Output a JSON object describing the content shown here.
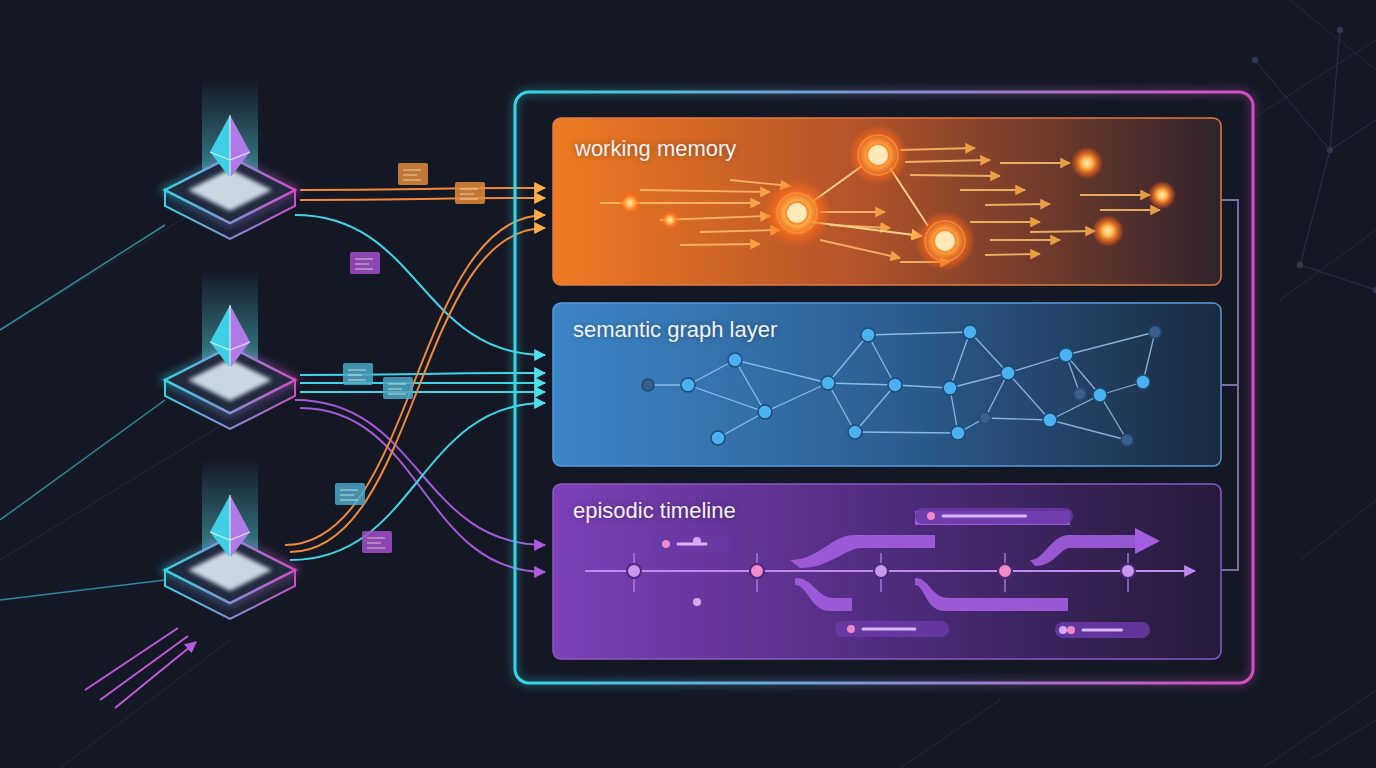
{
  "diagram": {
    "nodes": [
      {
        "text": [
          "working memory"
        ]
      },
      {
        "text": [
          "semantic graph layer"
        ]
      },
      {
        "text": [
          "episodic timeline"
        ]
      }
    ]
  }
}
